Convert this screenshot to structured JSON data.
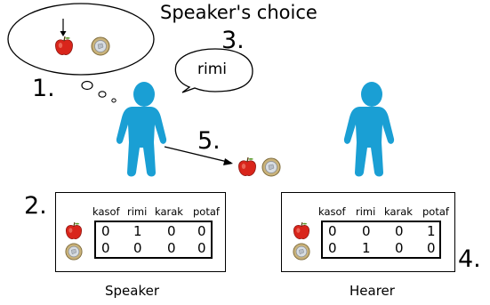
{
  "title": "Speaker's choice",
  "steps": {
    "one": "1.",
    "two": "2.",
    "three": "3.",
    "four": "4.",
    "five": "5."
  },
  "utterance": "rimi",
  "speaker_panel": {
    "caption": "Speaker",
    "words": [
      "kasof",
      "rimi",
      "karak",
      "potaf"
    ],
    "rows": [
      {
        "object": "apple",
        "values": [
          "0",
          "1",
          "0",
          "0"
        ]
      },
      {
        "object": "coin",
        "values": [
          "0",
          "0",
          "0",
          "0"
        ]
      }
    ]
  },
  "hearer_panel": {
    "caption": "Hearer",
    "words": [
      "kasof",
      "rimi",
      "karak",
      "potaf"
    ],
    "rows": [
      {
        "object": "apple",
        "values": [
          "0",
          "0",
          "0",
          "1"
        ]
      },
      {
        "object": "coin",
        "values": [
          "0",
          "1",
          "0",
          "0"
        ]
      }
    ]
  },
  "colors": {
    "figure": "#1a9fd4",
    "apple": "#d9251b",
    "coin": "#c9b27a"
  },
  "icons": [
    "apple-icon",
    "coin-icon",
    "person-icon",
    "arrow-icon"
  ]
}
